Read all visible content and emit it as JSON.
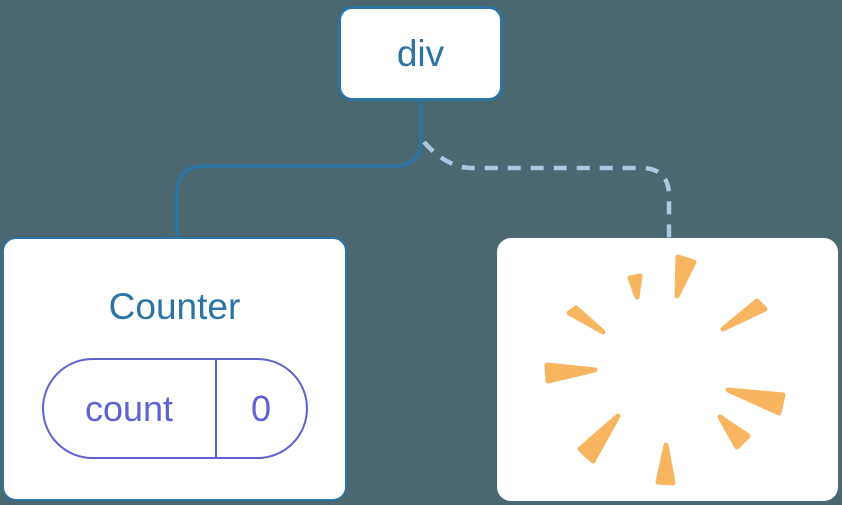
{
  "tree": {
    "root": {
      "label": "div"
    },
    "counter": {
      "title": "Counter",
      "state": {
        "key": "count",
        "value": "0"
      }
    },
    "removed": {
      "icon": "poof-burst-icon"
    }
  },
  "colors": {
    "background": "#4b6870",
    "card-bg": "#ffffff",
    "node-border": "#2b74a3",
    "node-text": "#2b74a3",
    "solid-link": "#2b74a3",
    "dashed-link": "#a9c8e1",
    "state": "#5e63d0",
    "poof": "#f7b560"
  }
}
